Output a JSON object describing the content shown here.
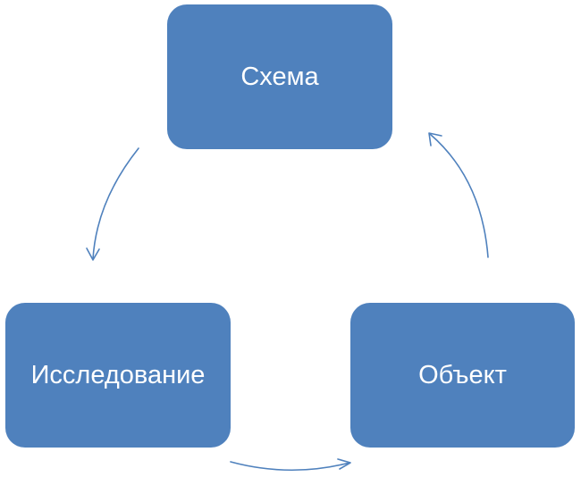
{
  "diagram": {
    "type": "cycle",
    "colors": {
      "node_fill": "#4f81bd",
      "node_text": "#ffffff",
      "arrow": "#4f81bd"
    },
    "nodes": [
      {
        "id": "top",
        "label": "Схема"
      },
      {
        "id": "left",
        "label": "Исследование"
      },
      {
        "id": "right",
        "label": "Объект"
      }
    ],
    "edges": [
      {
        "from": "top",
        "to": "left"
      },
      {
        "from": "left",
        "to": "right"
      },
      {
        "from": "right",
        "to": "top"
      }
    ]
  }
}
